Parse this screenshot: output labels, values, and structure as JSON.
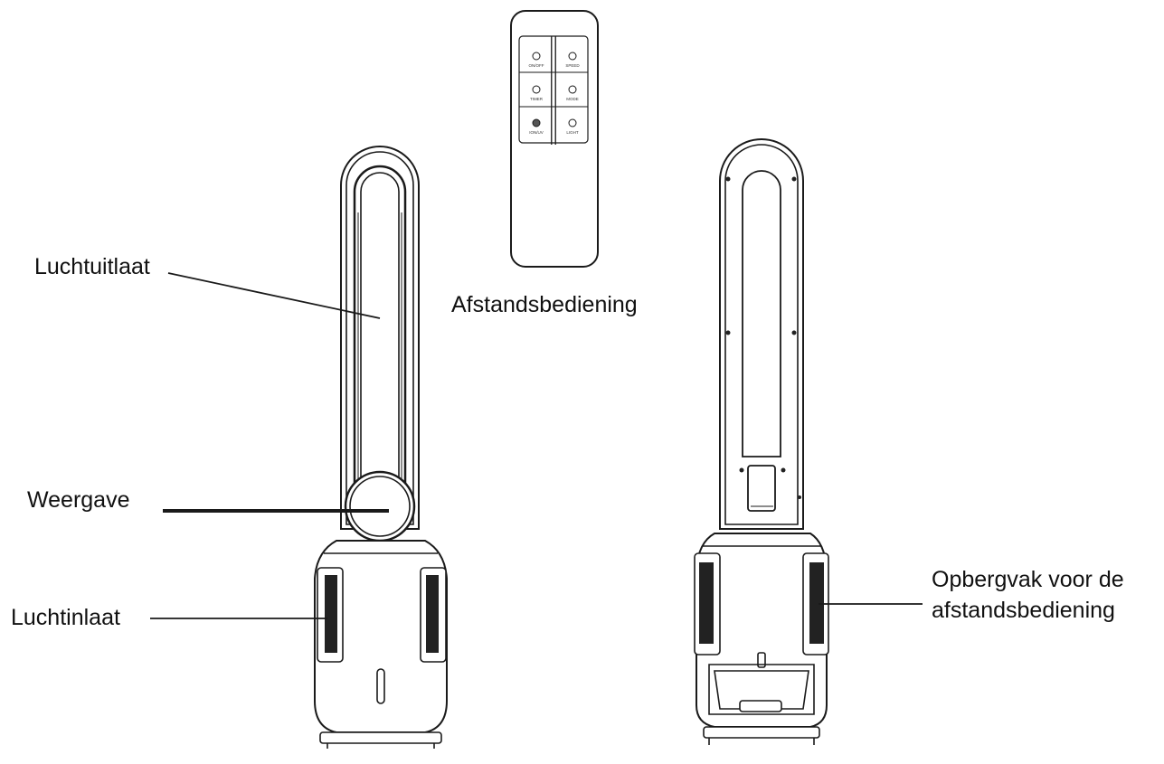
{
  "labels": {
    "air_outlet": "Luchtuitlaat",
    "display": "Weergave",
    "air_inlet": "Luchtinlaat",
    "remote": "Afstandsbediening",
    "storage_line1": "Opbergvak voor de",
    "storage_line2": "afstandsbediening"
  },
  "remote_buttons": [
    "ON/OFF",
    "SPEED",
    "TIMER",
    "MODE",
    "ION/UV",
    "LIGHT"
  ],
  "colors": {
    "line": "#1a1a1a",
    "body": "#ffffff",
    "grille": "#222222"
  }
}
